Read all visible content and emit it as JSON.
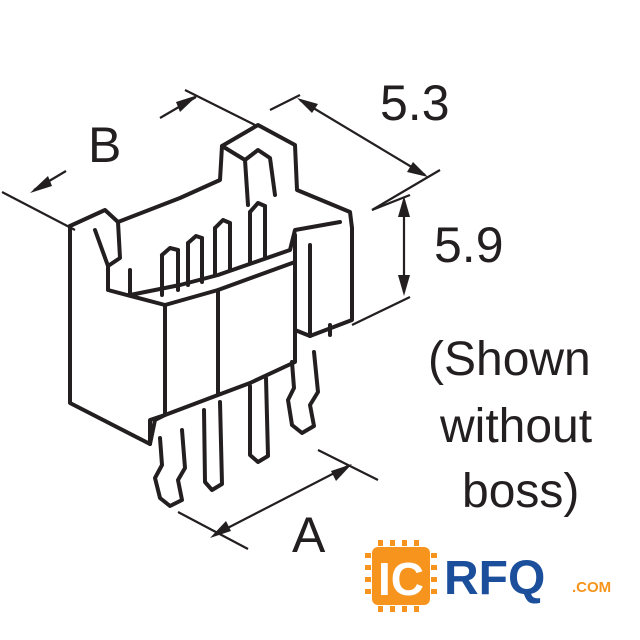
{
  "dimensions": {
    "b": "B",
    "depth": "5.3",
    "height": "5.9",
    "a": "A"
  },
  "note": {
    "line1": "(Shown",
    "line2": "without",
    "line3": "boss)"
  },
  "logo": {
    "ic": "IC",
    "rfq": "RFQ",
    "com": ".COM",
    "colors": {
      "orange": "#f7941d",
      "blue": "#1b4f9c"
    }
  },
  "colors": {
    "line": "#231f20",
    "background": "#ffffff"
  }
}
